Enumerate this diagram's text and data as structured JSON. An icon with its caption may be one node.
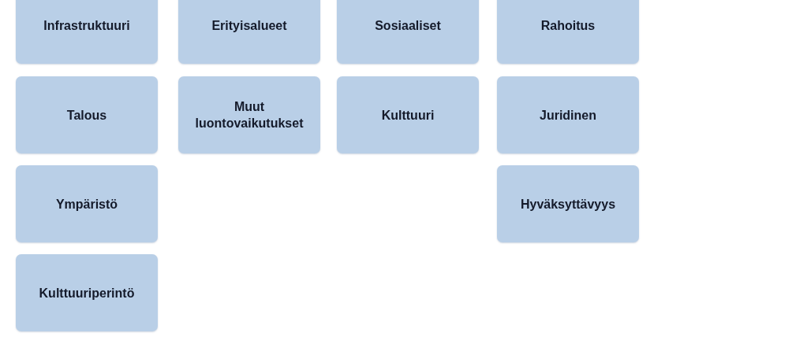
{
  "diagram": {
    "nodes": [
      {
        "text": [
          "Infrastruktuuri"
        ]
      },
      {
        "text": [
          "Erityisalueet"
        ]
      },
      {
        "text": [
          "Sosiaaliset"
        ]
      },
      {
        "text": [
          "Rahoitus"
        ]
      },
      {
        "text": [
          "Talous"
        ]
      },
      {
        "text": [
          "Muut luontovaikutukset"
        ]
      },
      {
        "text": [
          "Kulttuuri"
        ]
      },
      {
        "text": [
          "Juridinen"
        ]
      },
      {
        "text": [
          "Ympäristö"
        ]
      },
      {
        "text": [
          "Hyväksyttävyys"
        ]
      },
      {
        "text": [
          "Kulttuuriperintö"
        ]
      }
    ]
  }
}
